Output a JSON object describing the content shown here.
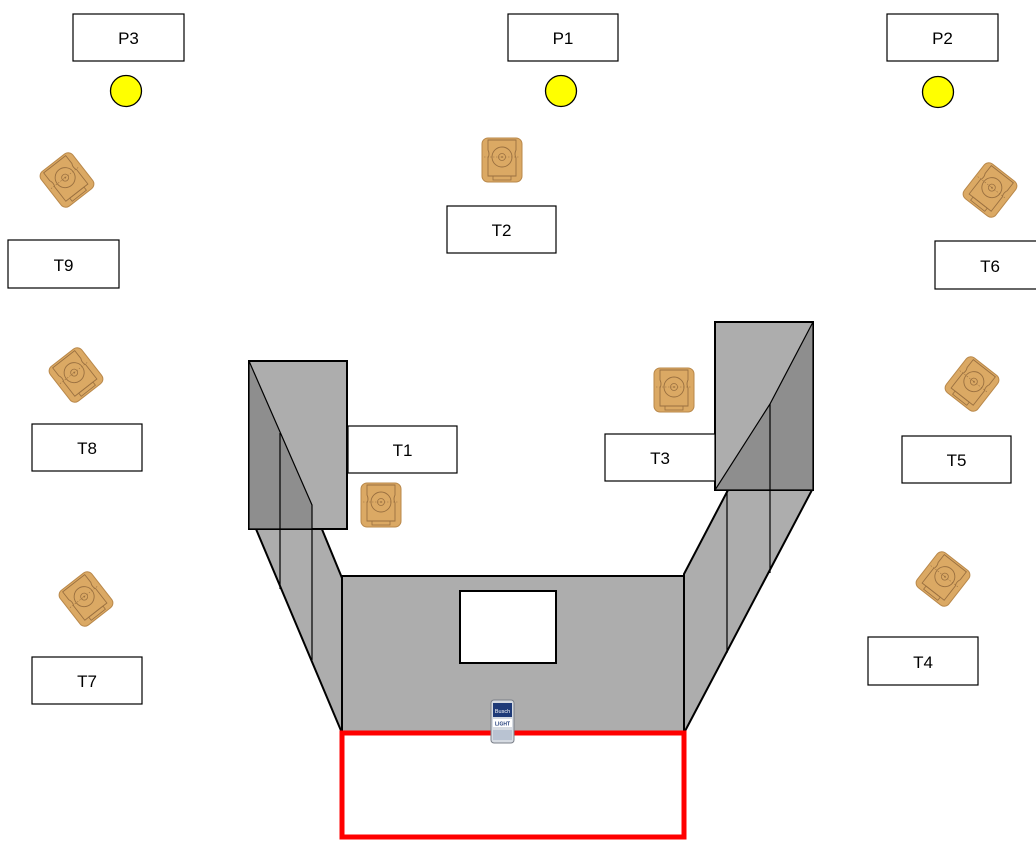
{
  "positions": [
    {
      "label": "P3"
    },
    {
      "label": "P1"
    },
    {
      "label": "P2"
    }
  ],
  "targets": [
    {
      "label": "T1"
    },
    {
      "label": "T2"
    },
    {
      "label": "T3"
    },
    {
      "label": "T4"
    },
    {
      "label": "T5"
    },
    {
      "label": "T6"
    },
    {
      "label": "T7"
    },
    {
      "label": "T8"
    },
    {
      "label": "T9"
    }
  ],
  "can": {
    "brand_top": "Busch",
    "brand_bottom": "LIGHT"
  },
  "colors": {
    "position_marker": "#ffff00",
    "target": "#dba964",
    "wall": "#adadad",
    "wall_shadow": "#8e8e8e",
    "shooting_box": "#ff0000"
  },
  "icons": {
    "position_marker": "yellow-circle-icon",
    "target": "cardboard-target-icon",
    "prop": "beer-can-icon"
  }
}
